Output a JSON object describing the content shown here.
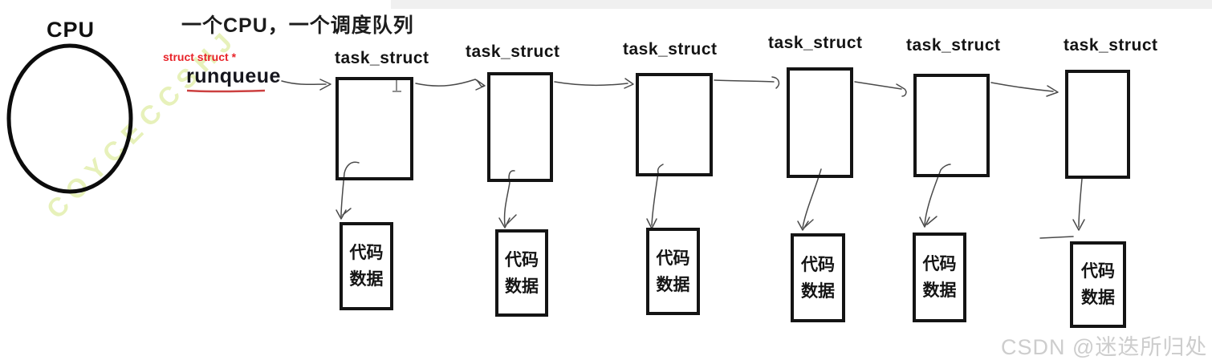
{
  "header": {
    "title": "一个CPU，一个调度队列"
  },
  "cpu": {
    "label": "CPU"
  },
  "runqueue": {
    "type_label": "struct struct *",
    "label": "runqueue"
  },
  "queue": {
    "nodes": [
      {
        "title": "task_struct",
        "payload": {
          "line1": "代码",
          "line2": "数据"
        }
      },
      {
        "title": "task_struct",
        "payload": {
          "line1": "代码",
          "line2": "数据"
        }
      },
      {
        "title": "task_struct",
        "payload": {
          "line1": "代码",
          "line2": "数据"
        }
      },
      {
        "title": "task_struct",
        "payload": {
          "line1": "代码",
          "line2": "数据"
        }
      },
      {
        "title": "task_struct",
        "payload": {
          "line1": "代码",
          "line2": "数据"
        }
      },
      {
        "title": "task_struct",
        "payload": {
          "line1": "代码",
          "line2": "数据"
        }
      }
    ]
  },
  "watermarks": {
    "diagonal": "COYCECCSHJ",
    "csdn": "CSDN @迷迭所归处"
  },
  "colors": {
    "ink": "#141414",
    "accent_red": "#e82329",
    "underline_red": "#cc4040",
    "arrow": "#4a4a4a",
    "cursor_gray": "#8f8f8f",
    "watermark_gray": "#cdcdcd",
    "watermark_green": "#e3efae"
  }
}
